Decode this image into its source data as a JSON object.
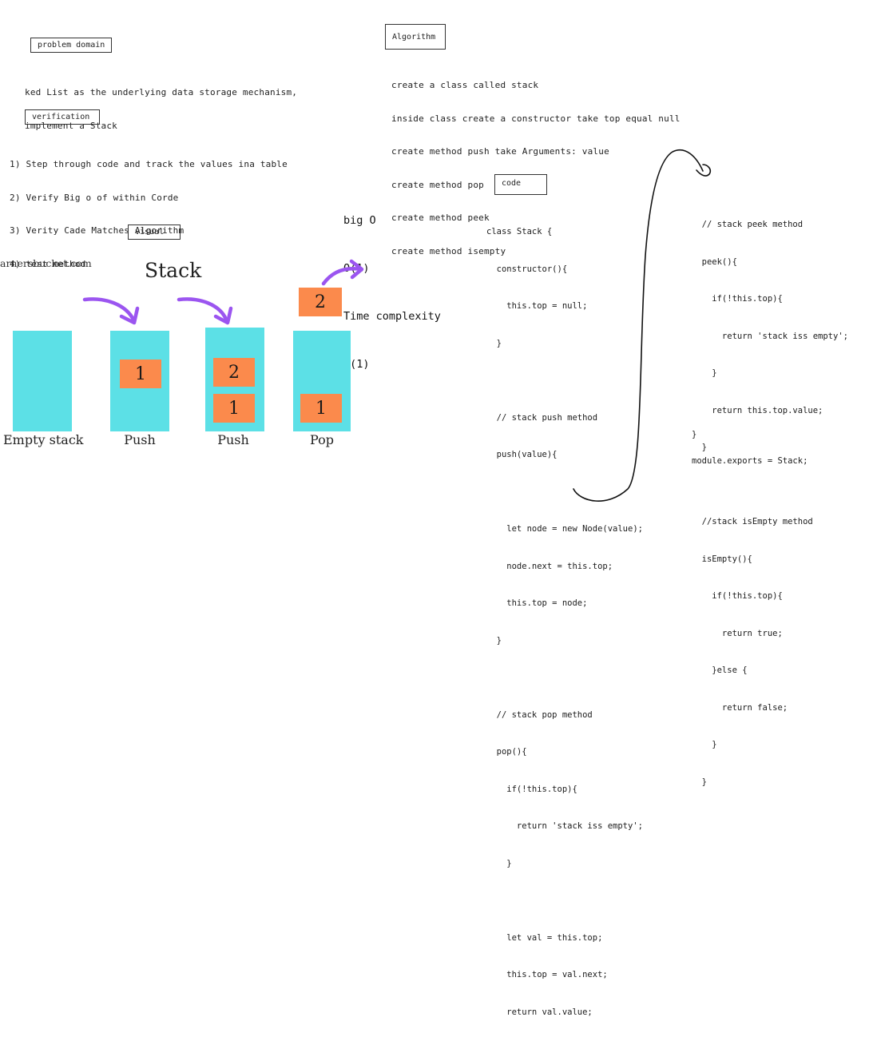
{
  "problem_domain": {
    "label": "problem domain",
    "lines": [
      "ked List as the underlying data storage mechanism,",
      "implement a Stack"
    ]
  },
  "verification": {
    "label": "verification",
    "lines": [
      "1) Step through code and track the values ina table",
      "2) Verify Big o of within Corde",
      "3) Verity Cade Matches Algorithm",
      "4) test method"
    ]
  },
  "algorithm": {
    "label": "Algorithm",
    "lines": [
      "create a class called stack",
      "inside class create a constructor take top equal null",
      "create method push take Arguments: value",
      "create method pop",
      "create method peek",
      "create method isempty"
    ]
  },
  "big_o": {
    "lines": [
      "big O",
      "O(1)",
      "Time complexity",
      "o(1)"
    ]
  },
  "visual": {
    "label": "visual",
    "source": "arnersbucket.com",
    "title": "Stack",
    "captions": [
      "Empty stack",
      "Push",
      "Push",
      "Pop"
    ],
    "item_one": "1",
    "item_two": "2"
  },
  "code": {
    "label": "code",
    "left_lines": [
      "class Stack {",
      "  constructor(){",
      "    this.top = null;",
      "  }",
      "",
      "  // stack push method",
      "  push(value){",
      "",
      "    let node = new Node(value);",
      "    node.next = this.top;",
      "    this.top = node;",
      "  }",
      "",
      "  // stack pop method",
      "  pop(){",
      "    if(!this.top){",
      "      return 'stack iss empty';",
      "    }",
      "",
      "    let val = this.top;",
      "    this.top = val.next;",
      "    return val.value;",
      "  }"
    ],
    "right_lines": [
      "  // stack peek method",
      "  peek(){",
      "    if(!this.top){",
      "      return 'stack iss empty';",
      "    }",
      "    return this.top.value;",
      "  }",
      "",
      "  //stack isEmpty method",
      "  isEmpty(){",
      "    if(!this.top){",
      "      return true;",
      "    }else {",
      "      return false;",
      "    }",
      "  }"
    ],
    "closing": "}",
    "exports": "module.exports = Stack;"
  },
  "colors": {
    "stack": "#5ce0e6",
    "item": "#fb8a4c",
    "arrow": "#9b55f0",
    "ink": "#1b1b1b"
  }
}
